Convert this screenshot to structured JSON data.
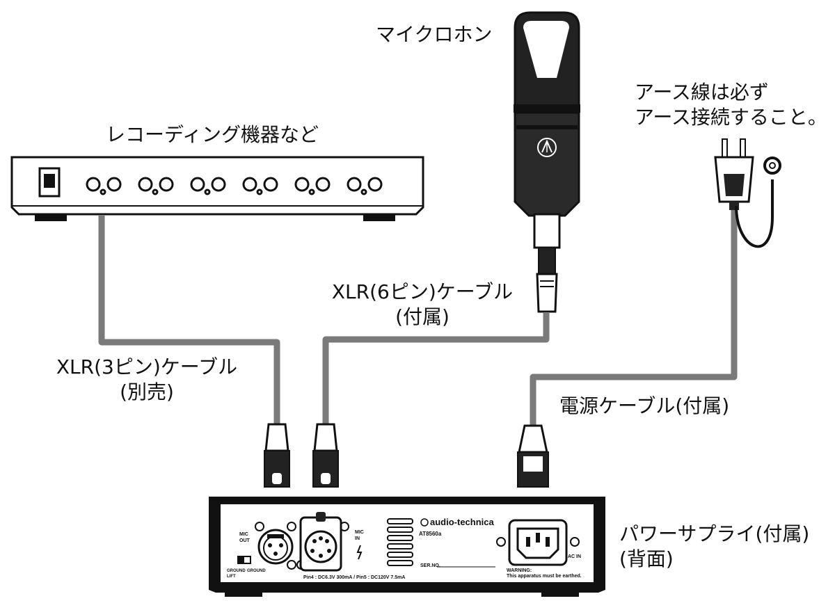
{
  "labels": {
    "recorder": "レコーディング機器など",
    "microphone": "マイクロホン",
    "earth_line1": "アース線は必ず",
    "earth_line2": "アース接続すること。",
    "cable6_line1": "XLR(6ピン)ケーブル",
    "cable6_line2": "(付属)",
    "cable3_line1": "XLR(3ピン)ケーブル",
    "cable3_line2": "(別売)",
    "power_cable": "電源ケーブル(付属)",
    "psu_line1": "パワーサプライ(付属)",
    "psu_line2": "(背面)"
  },
  "panel": {
    "brand": "audio-technica",
    "model": "AT8560a",
    "mic_out": [
      "MIC",
      "OUT"
    ],
    "mic_in": [
      "MIC",
      "IN"
    ],
    "ground": [
      "GROUND",
      "LIFT",
      "GROUND"
    ],
    "serial": "SER.NO.",
    "pin_info": "Pin4 : DC6.3V 300mA / Pin5 : DC120V 7.5mA",
    "warning": "WARNING:",
    "warning_text": "This apparatus must be earthed.",
    "ac_in": "AC IN"
  },
  "colors": {
    "line": "#111111",
    "cable": "#7a7a7a",
    "panel_face": "#ffffff"
  }
}
